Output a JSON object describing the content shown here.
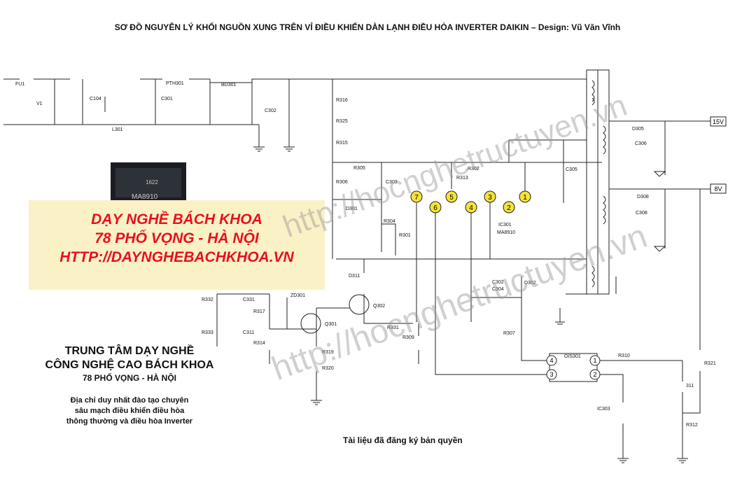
{
  "title": "SƠ ĐỒ NGUYÊN LÝ KHỐI NGUỒN XUNG TRÊN VỈ ĐIỀU KHIỂN DÀN LẠNH ĐIỀU HÒA INVERTER DAIKIN – Design: Vũ Văn Vĩnh",
  "promo": {
    "line1": "DẠY NGHỀ BÁCH KHOA",
    "line2": "78 PHỐ VỌNG - HÀ NỘI",
    "line3": "HTTP://DAYNGHEBACHKHOA.VN"
  },
  "center": {
    "name_line1": "TRUNG TÂM DẠY NGHỀ",
    "name_line2": "CÔNG NGHỆ CAO BÁCH KHOA",
    "address": "78 PHỐ VỌNG - HÀ NỘI",
    "desc_line1": "Địa chỉ duy nhất đào tạo chuyên",
    "desc_line2": "sâu mạch điều khiển điều hòa",
    "desc_line3": "thông thường và điều hòa Inverter"
  },
  "copyright": "Tài liệu đã đăng ký bản quyền",
  "watermark": "http://hocnghetructuyen.vn",
  "chip_marking": {
    "line1": "1622",
    "line2": "MA8910"
  },
  "components": {
    "FU1": "FU1",
    "V1": "V1",
    "C104": "C104",
    "L301": "L301",
    "C301": "C301",
    "PTH301": "PTH301",
    "BD301": "BD301",
    "C302": "C302",
    "R316": "R316",
    "R325": "R325",
    "R315": "R315",
    "R305": "R305",
    "R306": "R306",
    "D301": "D301",
    "C303": "C303",
    "R313": "R313",
    "R302": "R302",
    "C305": "C305",
    "R304": "R304",
    "R301": "R301",
    "IC301": "IC301",
    "MA8910": "MA8910",
    "D305": "D305",
    "C306": "C306",
    "D308": "D308",
    "C308": "C308",
    "V15": "15V",
    "V8": "8V",
    "D311": "D311",
    "Q302": "Q302",
    "Q301": "Q301",
    "ZD301": "ZD301",
    "R332": "R332",
    "C331": "C331",
    "R333": "R333",
    "C311": "C311",
    "R317": "R317",
    "R314": "R314",
    "R319": "R319",
    "R320": "R320",
    "R331": "R331",
    "R309": "R309",
    "C302b": "C302",
    "C304": "C304",
    "D302": "D302",
    "R307": "R307",
    "OIS301": "OIS301",
    "R310": "R310",
    "R321": "R321",
    "R311": "311",
    "IC303": "IC303",
    "R312": "R312"
  },
  "pins": {
    "p7": "7",
    "p5": "5",
    "p3": "3",
    "p1": "1",
    "p6": "6",
    "p4": "4",
    "p2": "2",
    "o4": "4",
    "o3": "3",
    "o1": "1",
    "o2": "2"
  },
  "colors": {
    "promo_text": "#e8101e",
    "promo_bg": "#fbf1c7",
    "pin_fill": "#f5e23a",
    "wire": "#222222"
  }
}
